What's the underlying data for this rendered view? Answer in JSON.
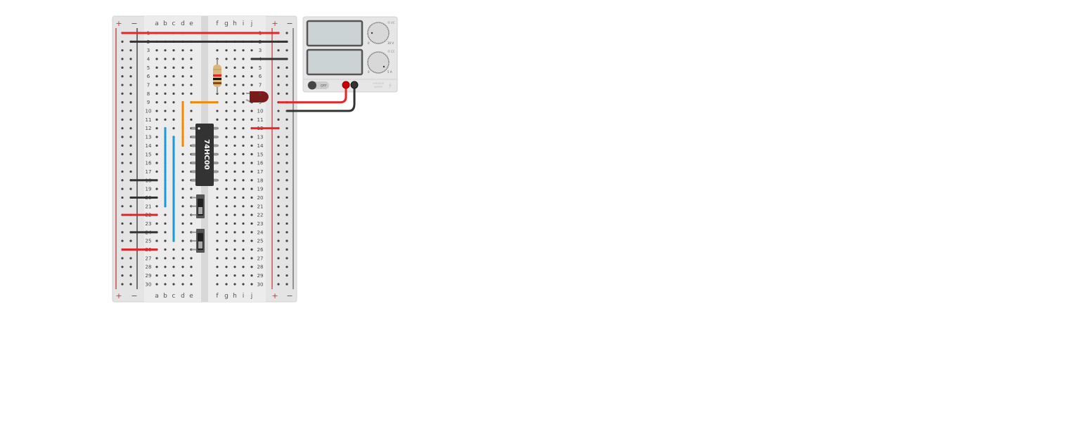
{
  "breadboard": {
    "columns_left": [
      "a",
      "b",
      "c",
      "d",
      "e"
    ],
    "columns_right": [
      "f",
      "g",
      "h",
      "i",
      "j"
    ],
    "rail_plus": "+",
    "rail_minus": "−",
    "rows": 30
  },
  "components": {
    "ic_label": "74HC00"
  },
  "power_supply": {
    "voltage_min": "0",
    "voltage_max": "30 V",
    "current_min": "0",
    "current_max": "5 A",
    "vc_label": "VC",
    "cc_label": "CC",
    "switch_label": "OFF",
    "brand_line1": "VOLTAGE",
    "brand_line2": "SUPPLY"
  },
  "colors": {
    "red_wire": "#e3262a",
    "black_wire": "#333333",
    "orange_wire": "#f28a00",
    "blue_wire": "#1b9ad6",
    "board": "#e6e6e6"
  }
}
